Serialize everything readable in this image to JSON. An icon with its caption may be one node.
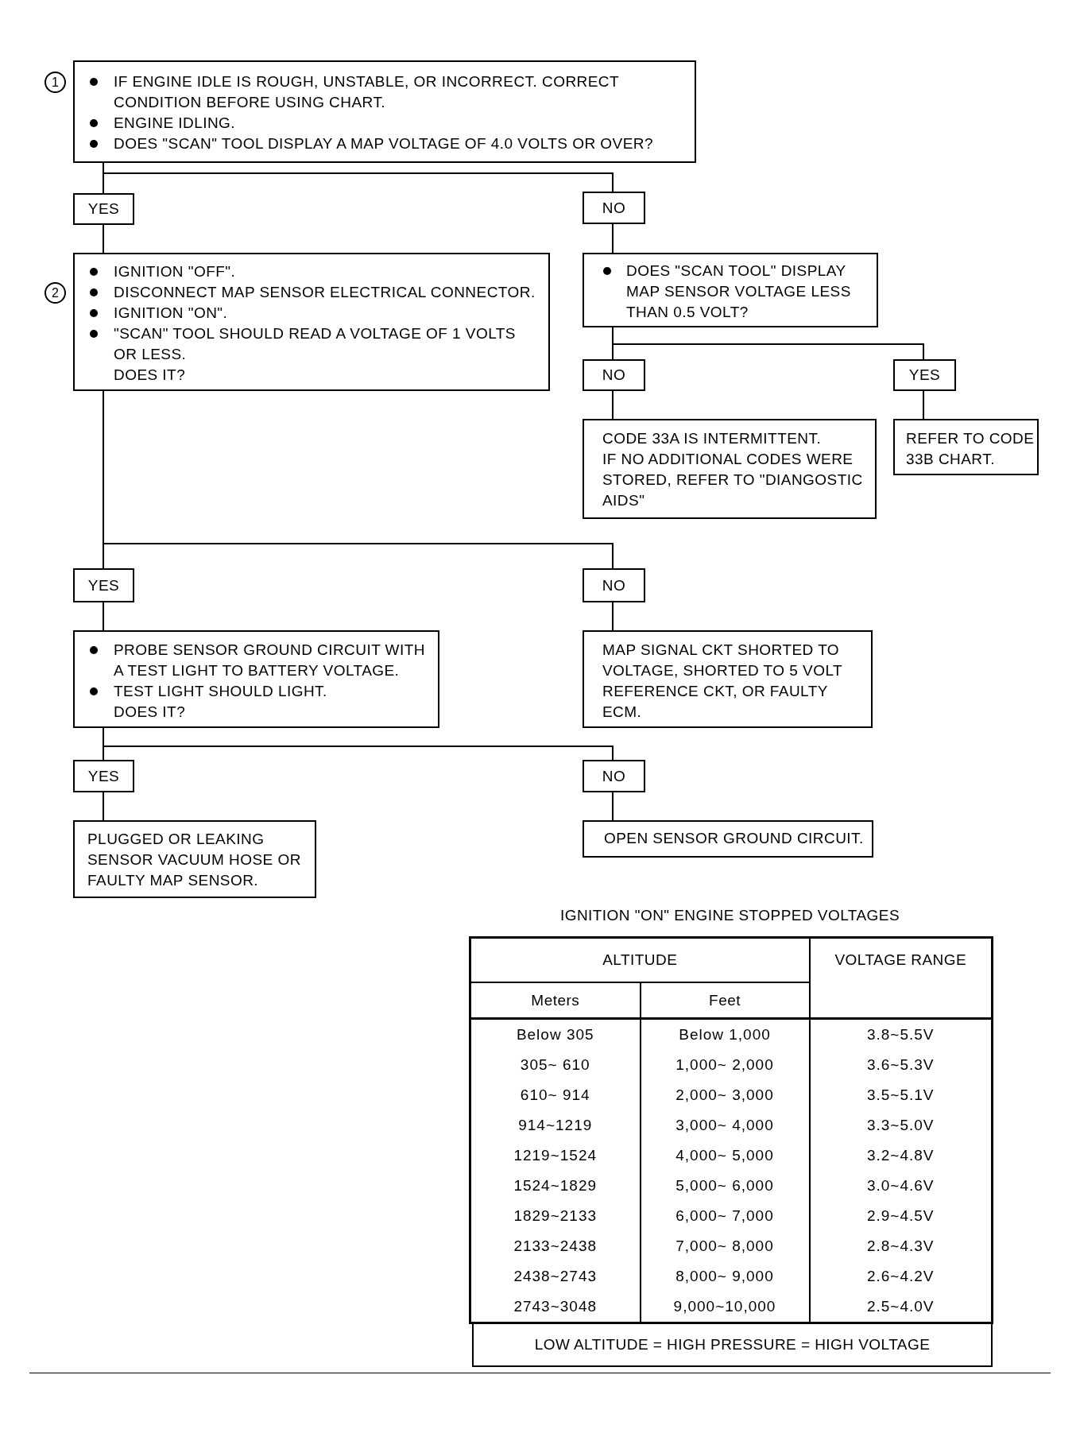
{
  "diagram": {
    "nodes": [
      {
        "text": [
          "IF ENGINE IDLE IS ROUGH, UNSTABLE, OR INCORRECT. CORRECT CONDITION BEFORE USING CHART.",
          "ENGINE IDLING.",
          "DOES \"SCAN\" TOOL DISPLAY A MAP VOLTAGE OF 4.0 VOLTS OR OVER?"
        ],
        "beside": [
          "1"
        ]
      },
      {
        "text": [
          "YES"
        ]
      },
      {
        "text": [
          "NO"
        ]
      },
      {
        "text": [
          "IGNITION \"OFF\".",
          "DISCONNECT MAP SENSOR ELECTRICAL CONNECTOR.",
          "IGNITION \"ON\".",
          "\"SCAN\" TOOL SHOULD READ A VOLTAGE OF 1 VOLTS OR LESS.",
          "DOES IT?"
        ],
        "beside": [
          "2"
        ]
      },
      {
        "text": [
          "DOES \"SCAN TOOL\" DISPLAY MAP SENSOR VOLTAGE LESS THAN 0.5 VOLT?"
        ]
      },
      {
        "text": [
          "NO"
        ]
      },
      {
        "text": [
          "YES"
        ]
      },
      {
        "text": [
          "CODE 33A IS INTERMITTENT.",
          "IF NO ADDITIONAL CODES WERE STORED, REFER TO \"DIANGOSTIC AIDS\""
        ]
      },
      {
        "text": [
          "REFER TO CODE 33B CHART."
        ]
      },
      {
        "text": [
          "YES"
        ]
      },
      {
        "text": [
          "NO"
        ]
      },
      {
        "text": [
          "PROBE SENSOR GROUND CIRCUIT WITH A TEST LIGHT TO BATTERY VOLTAGE.",
          "TEST LIGHT SHOULD LIGHT.",
          "DOES IT?"
        ]
      },
      {
        "text": [
          "MAP SIGNAL CKT SHORTED TO VOLTAGE, SHORTED TO 5 VOLT REFERENCE CKT, OR FAULTY ECM."
        ]
      },
      {
        "text": [
          "YES"
        ]
      },
      {
        "text": [
          "NO"
        ]
      },
      {
        "text": [
          "PLUGGED OR LEAKING SENSOR VACUUM HOSE OR FAULTY MAP SENSOR."
        ]
      },
      {
        "text": [
          "OPEN SENSOR GROUND CIRCUIT."
        ]
      }
    ],
    "edges": [
      {
        "from": 0,
        "to": 1,
        "arrow": "none"
      },
      {
        "from": 0,
        "to": 2,
        "arrow": "none"
      },
      {
        "from": 1,
        "to": 3,
        "arrow": "none"
      },
      {
        "from": 2,
        "to": 4,
        "arrow": "none"
      },
      {
        "from": 4,
        "to": 5,
        "arrow": "none"
      },
      {
        "from": 4,
        "to": 6,
        "arrow": "none"
      },
      {
        "from": 5,
        "to": 7,
        "arrow": "none"
      },
      {
        "from": 6,
        "to": 8,
        "arrow": "none"
      },
      {
        "from": 3,
        "to": 9,
        "arrow": "none"
      },
      {
        "from": 3,
        "to": 10,
        "arrow": "none"
      },
      {
        "from": 9,
        "to": 11,
        "arrow": "none"
      },
      {
        "from": 10,
        "to": 12,
        "arrow": "none"
      },
      {
        "from": 11,
        "to": 13,
        "arrow": "none"
      },
      {
        "from": 11,
        "to": 14,
        "arrow": "none"
      },
      {
        "from": 13,
        "to": 15,
        "arrow": "none"
      },
      {
        "from": 14,
        "to": 16,
        "arrow": "none"
      }
    ],
    "labels": [
      "IGNITION \"ON\" ENGINE STOPPED VOLTAGES",
      "ALTITUDE",
      "VOLTAGE RANGE",
      "Meters",
      "Feet",
      "Below 305",
      "Below 1,000",
      "3.8~5.5V",
      "305~ 610",
      "1,000~ 2,000",
      "3.6~5.3V",
      "610~ 914",
      "2,000~ 3,000",
      "3.5~5.1V",
      "914~1219",
      "3,000~ 4,000",
      "3.3~5.0V",
      "1219~1524",
      "4,000~ 5,000",
      "3.2~4.8V",
      "1524~1829",
      "5,000~ 6,000",
      "3.0~4.6V",
      "1829~2133",
      "6,000~ 7,000",
      "2.9~4.5V",
      "2133~2438",
      "7,000~ 8,000",
      "2.8~4.3V",
      "2438~2743",
      "8,000~ 9,000",
      "2.6~4.2V",
      "2743~3048",
      "9,000~10,000",
      "2.5~4.0V",
      "LOW ALTITUDE = HIGH PRESSURE = HIGH VOLTAGE"
    ]
  }
}
